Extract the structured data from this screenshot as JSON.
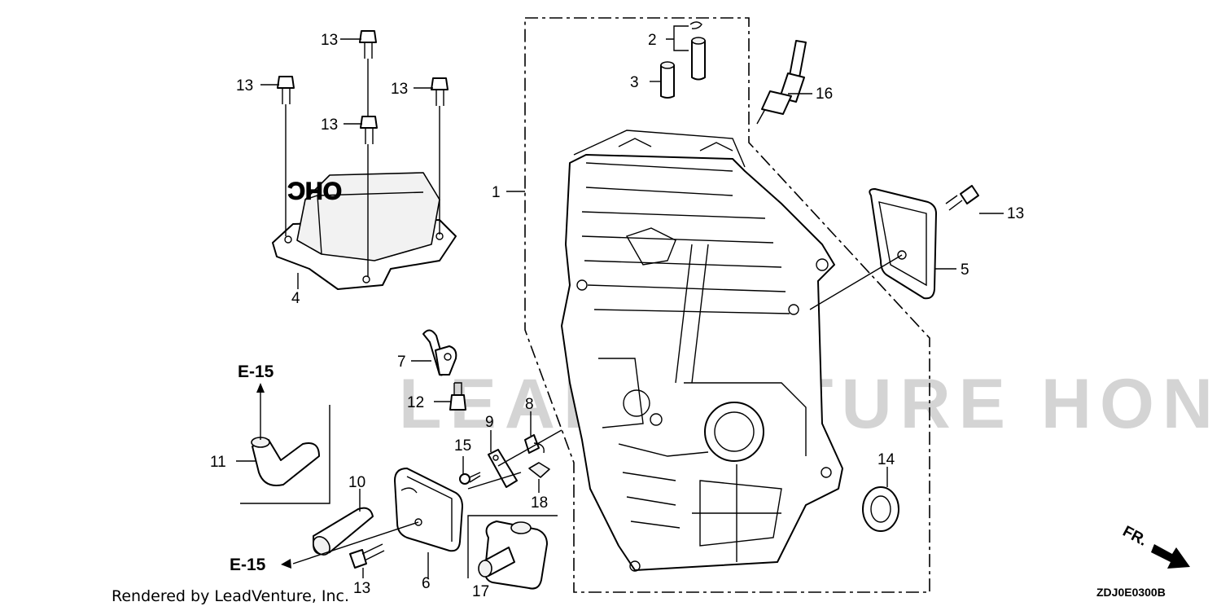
{
  "callouts": {
    "c1": "1",
    "c2": "2",
    "c3": "3",
    "c4": "4",
    "c5": "5",
    "c6": "6",
    "c7": "7",
    "c8": "8",
    "c9": "9",
    "c10": "10",
    "c11": "11",
    "c12": "12",
    "c13a": "13",
    "c13b": "13",
    "c13c": "13",
    "c13d": "13",
    "c13e": "13",
    "c13f": "13",
    "c14": "14",
    "c15": "15",
    "c16": "16",
    "c17": "17",
    "c18": "18"
  },
  "references": {
    "upper": "E-15",
    "lower": "E-15"
  },
  "front_marker": "FR.",
  "cover_marking": "OHC",
  "watermark": "LEADVENTURE HONDA",
  "footer": {
    "rendered_by": "Rendered by LeadVenture, Inc."
  },
  "diagram_code": "ZDJ0E0300B"
}
